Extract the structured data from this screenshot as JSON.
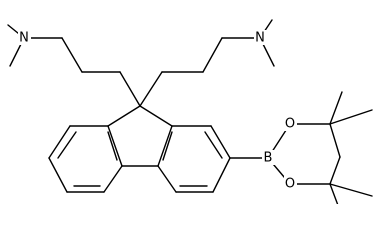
{
  "molecule": {
    "atom_labels": {
      "n_left": "N",
      "n_right": "N",
      "boron": "B",
      "oxygen_top": "O",
      "oxygen_bottom": "O"
    },
    "colors": {
      "bond": "#000000",
      "label": "#000000",
      "background": "#ffffff"
    }
  }
}
